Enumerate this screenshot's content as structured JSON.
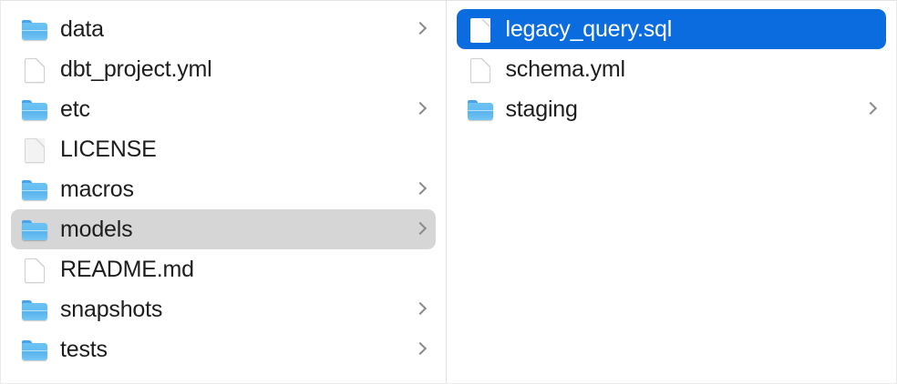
{
  "window": {
    "view_mode": "column-view",
    "background_color": "#ffffff",
    "divider_color": "#e0e0e0",
    "selection_active_color": "#0a6cdf",
    "selection_inactive_color": "#d6d6d6",
    "text_color": "#1d1d1f",
    "chevron_color": "#8a8a8e"
  },
  "columns": [
    {
      "name": "project-root-column",
      "items": [
        {
          "label": "data",
          "kind": "folder",
          "icon": "folder-icon",
          "has_chevron": true,
          "selected": false
        },
        {
          "label": "dbt_project.yml",
          "kind": "file",
          "icon": "document-icon",
          "has_chevron": false,
          "selected": false
        },
        {
          "label": "etc",
          "kind": "folder",
          "icon": "folder-icon",
          "has_chevron": true,
          "selected": false
        },
        {
          "label": "LICENSE",
          "kind": "file-plain",
          "icon": "document-plain-icon",
          "has_chevron": false,
          "selected": false
        },
        {
          "label": "macros",
          "kind": "folder",
          "icon": "folder-icon",
          "has_chevron": true,
          "selected": false
        },
        {
          "label": "models",
          "kind": "folder",
          "icon": "folder-icon",
          "has_chevron": true,
          "selected": "inactive"
        },
        {
          "label": "README.md",
          "kind": "file",
          "icon": "document-icon",
          "has_chevron": false,
          "selected": false
        },
        {
          "label": "snapshots",
          "kind": "folder",
          "icon": "folder-icon",
          "has_chevron": true,
          "selected": false
        },
        {
          "label": "tests",
          "kind": "folder",
          "icon": "folder-icon",
          "has_chevron": true,
          "selected": false
        }
      ]
    },
    {
      "name": "models-column",
      "items": [
        {
          "label": "legacy_query.sql",
          "kind": "file",
          "icon": "document-icon",
          "has_chevron": false,
          "selected": "active"
        },
        {
          "label": "schema.yml",
          "kind": "file",
          "icon": "document-icon",
          "has_chevron": false,
          "selected": false
        },
        {
          "label": "staging",
          "kind": "folder",
          "icon": "folder-icon",
          "has_chevron": true,
          "selected": false
        }
      ]
    }
  ]
}
